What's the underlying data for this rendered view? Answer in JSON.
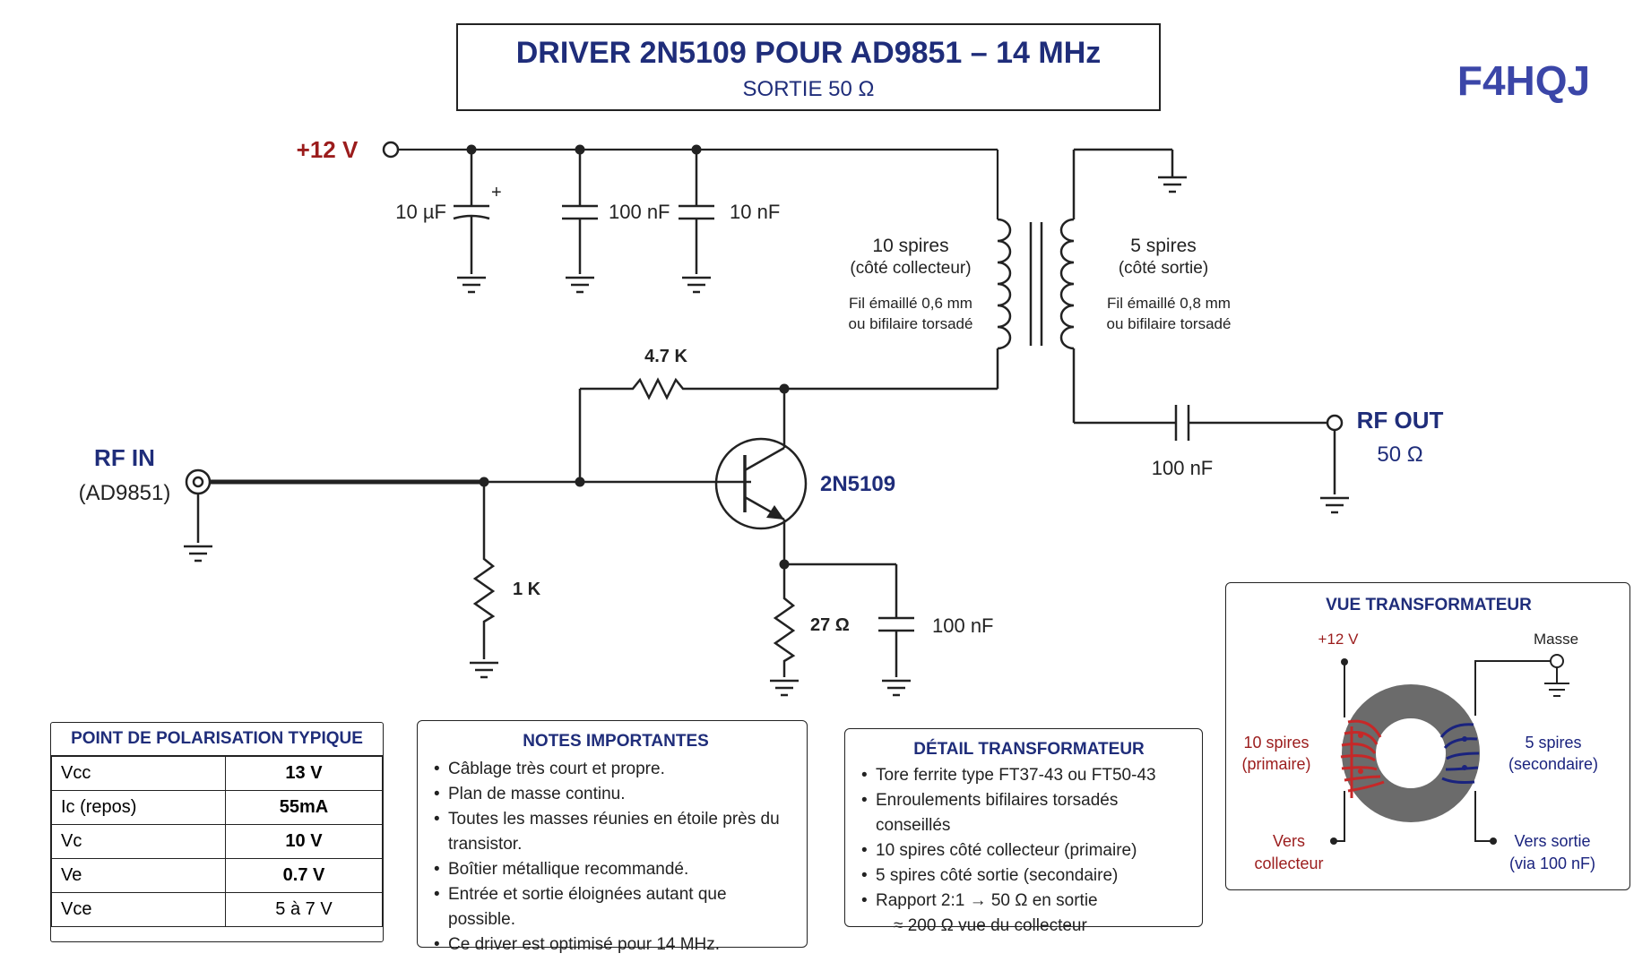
{
  "header": {
    "title": "DRIVER 2N5109 POUR AD9851 – 14 MHz",
    "subtitle": "SORTIE 50 Ω",
    "callsign": "F4HQJ"
  },
  "schematic": {
    "supply_label": "+12 V",
    "caps": {
      "c10uf": "10 µF",
      "c100nf": "100 nF",
      "c10nf": "10 nF",
      "polarity": "+"
    },
    "transformer": {
      "primary_turns": "10 spires",
      "primary_side": "(côté collecteur)",
      "primary_wire_1": "Fil émaillé 0,6 mm",
      "primary_wire_2": "ou bifilaire torsadé",
      "secondary_turns": "5 spires",
      "secondary_side": "(côté sortie)",
      "secondary_wire_1": "Fil émaillé 0,8 mm",
      "secondary_wire_2": "ou bifilaire torsadé"
    },
    "r_feedback": "4.7 K",
    "r_base": "1 K",
    "r_emitter": "27 Ω",
    "c_emitter": "100 nF",
    "c_out": "100 nF",
    "transistor": "2N5109",
    "rf_in": "RF IN",
    "rf_in_sub": "(AD9851)",
    "rf_out": "RF OUT",
    "rf_out_sub": "50 Ω"
  },
  "bias_table": {
    "title": "POINT DE POLARISATION TYPIQUE",
    "rows": [
      {
        "param": "Vcc",
        "value": "13 V"
      },
      {
        "param": "Ic (repos)",
        "value": "55mA"
      },
      {
        "param": "Vc",
        "value": "10 V"
      },
      {
        "param": "Ve",
        "value": "0.7 V"
      },
      {
        "param": "Vce",
        "value": "5 à 7 V"
      }
    ]
  },
  "notes": {
    "title": "NOTES IMPORTANTES",
    "items": [
      "Câblage très court et propre.",
      "Plan de masse continu.",
      "Toutes les masses réunies en étoile près du transistor.",
      "Boîtier métallique recommandé.",
      "Entrée et sortie éloignées autant que possible.",
      "Ce driver est optimisé pour 14 MHz."
    ]
  },
  "transformer_detail": {
    "title": "DÉTAIL TRANSFORMATEUR",
    "items": [
      "Tore ferrite type FT37-43 ou FT50-43",
      "Enroulements bifilaires torsadés conseillés",
      "10 spires côté collecteur (primaire)",
      "5 spires côté sortie (secondaire)",
      "Rapport 2:1  → 50 Ω en sortie",
      "≈ 200 Ω vue du collecteur"
    ]
  },
  "transformer_view": {
    "title": "VUE TRANSFORMATEUR",
    "supply": "+12 V",
    "ground": "Masse",
    "primary_1": "10 spires",
    "primary_2": "(primaire)",
    "secondary_1": "5 spires",
    "secondary_2": "(secondaire)",
    "to_collector_1": "Vers",
    "to_collector_2": "collecteur",
    "to_output_1": "Vers sortie",
    "to_output_2": "(via 100 nF)"
  },
  "colors": {
    "title_blue": "#1f2d7a",
    "callsign_blue": "#3b46a8",
    "supply_red": "#9b1c1c",
    "primary_winding": "#c62828",
    "secondary_winding": "#1a237e",
    "toroid": "#6b6b6b"
  }
}
